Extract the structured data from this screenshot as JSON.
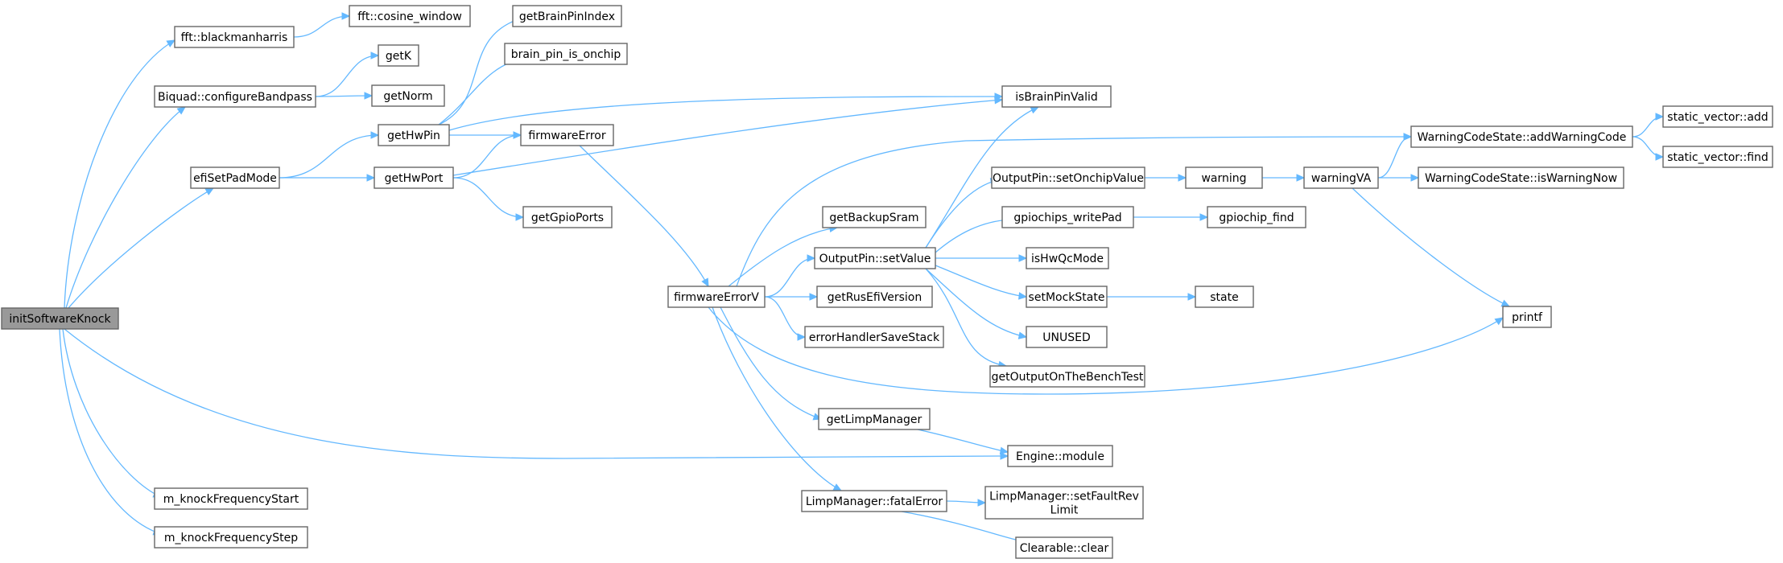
{
  "diagram": {
    "nodes": [
      {
        "id": "initSoftwareKnock",
        "lines": [
          "initSoftwareKnock"
        ],
        "root": true
      },
      {
        "id": "blackmanharris",
        "lines": [
          "fft::blackmanharris"
        ]
      },
      {
        "id": "cosine_window",
        "lines": [
          "fft::cosine_window"
        ]
      },
      {
        "id": "configureBandpass",
        "lines": [
          "Biquad::configureBandpass"
        ]
      },
      {
        "id": "getK",
        "lines": [
          "getK"
        ]
      },
      {
        "id": "getNorm",
        "lines": [
          "getNorm"
        ]
      },
      {
        "id": "efiSetPadMode",
        "lines": [
          "efiSetPadMode"
        ]
      },
      {
        "id": "getHwPin",
        "lines": [
          "getHwPin"
        ]
      },
      {
        "id": "getHwPort",
        "lines": [
          "getHwPort"
        ]
      },
      {
        "id": "getBrainPinIndex",
        "lines": [
          "getBrainPinIndex"
        ]
      },
      {
        "id": "brain_pin_is_onchip",
        "lines": [
          "brain_pin_is_onchip"
        ]
      },
      {
        "id": "firmwareError",
        "lines": [
          "firmwareError"
        ]
      },
      {
        "id": "getGpioPorts",
        "lines": [
          "getGpioPorts"
        ]
      },
      {
        "id": "isBrainPinValid",
        "lines": [
          "isBrainPinValid"
        ]
      },
      {
        "id": "firmwareErrorV",
        "lines": [
          "firmwareErrorV"
        ]
      },
      {
        "id": "getBackupSram",
        "lines": [
          "getBackupSram"
        ]
      },
      {
        "id": "OutputPin_setValue",
        "lines": [
          "OutputPin::setValue"
        ]
      },
      {
        "id": "getRusEfiVersion",
        "lines": [
          "getRusEfiVersion"
        ]
      },
      {
        "id": "errorHandlerSaveStack",
        "lines": [
          "errorHandlerSaveStack"
        ]
      },
      {
        "id": "getLimpManager",
        "lines": [
          "getLimpManager"
        ]
      },
      {
        "id": "fatalError",
        "lines": [
          "LimpManager::fatalError"
        ]
      },
      {
        "id": "setOnchipValue",
        "lines": [
          "OutputPin::setOnchipValue"
        ]
      },
      {
        "id": "gpiochips_writePad",
        "lines": [
          "gpiochips_writePad"
        ]
      },
      {
        "id": "isHwQcMode",
        "lines": [
          "isHwQcMode"
        ]
      },
      {
        "id": "setMockState",
        "lines": [
          "setMockState"
        ]
      },
      {
        "id": "UNUSED",
        "lines": [
          "UNUSED"
        ]
      },
      {
        "id": "getOutputOnTheBenchTest",
        "lines": [
          "getOutputOnTheBenchTest"
        ]
      },
      {
        "id": "setFaultRevLimit",
        "lines": [
          "LimpManager::setFaultRev",
          "Limit"
        ]
      },
      {
        "id": "clear",
        "lines": [
          "Clearable::clear"
        ]
      },
      {
        "id": "warning",
        "lines": [
          "warning"
        ]
      },
      {
        "id": "gpiochip_find",
        "lines": [
          "gpiochip_find"
        ]
      },
      {
        "id": "state",
        "lines": [
          "state"
        ]
      },
      {
        "id": "warningVA",
        "lines": [
          "warningVA"
        ]
      },
      {
        "id": "addWarningCode",
        "lines": [
          "WarningCodeState::addWarningCode"
        ]
      },
      {
        "id": "isWarningNow",
        "lines": [
          "WarningCodeState::isWarningNow"
        ]
      },
      {
        "id": "printf",
        "lines": [
          "printf"
        ]
      },
      {
        "id": "static_vector_add",
        "lines": [
          "static_vector::add"
        ]
      },
      {
        "id": "static_vector_find",
        "lines": [
          "static_vector::find"
        ]
      },
      {
        "id": "Engine_module",
        "lines": [
          "Engine::module"
        ]
      },
      {
        "id": "m_knockFrequencyStart",
        "lines": [
          "m_knockFrequencyStart"
        ]
      },
      {
        "id": "m_knockFrequencyStep",
        "lines": [
          "m_knockFrequencyStep"
        ]
      }
    ],
    "edges": [
      [
        "initSoftwareKnock",
        "blackmanharris"
      ],
      [
        "initSoftwareKnock",
        "configureBandpass"
      ],
      [
        "initSoftwareKnock",
        "efiSetPadMode"
      ],
      [
        "initSoftwareKnock",
        "Engine_module"
      ],
      [
        "initSoftwareKnock",
        "m_knockFrequencyStart"
      ],
      [
        "initSoftwareKnock",
        "m_knockFrequencyStep"
      ],
      [
        "blackmanharris",
        "cosine_window"
      ],
      [
        "configureBandpass",
        "getK"
      ],
      [
        "configureBandpass",
        "getNorm"
      ],
      [
        "efiSetPadMode",
        "getHwPin"
      ],
      [
        "efiSetPadMode",
        "getHwPort"
      ],
      [
        "getHwPin",
        "getBrainPinIndex"
      ],
      [
        "getHwPin",
        "brain_pin_is_onchip"
      ],
      [
        "getHwPin",
        "isBrainPinValid"
      ],
      [
        "getHwPin",
        "firmwareError"
      ],
      [
        "getHwPort",
        "firmwareError"
      ],
      [
        "getHwPort",
        "isBrainPinValid"
      ],
      [
        "getHwPort",
        "getGpioPorts"
      ],
      [
        "firmwareError",
        "firmwareErrorV"
      ],
      [
        "firmwareErrorV",
        "addWarningCode"
      ],
      [
        "firmwareErrorV",
        "getBackupSram"
      ],
      [
        "firmwareErrorV",
        "OutputPin_setValue"
      ],
      [
        "firmwareErrorV",
        "getRusEfiVersion"
      ],
      [
        "firmwareErrorV",
        "errorHandlerSaveStack"
      ],
      [
        "firmwareErrorV",
        "getLimpManager"
      ],
      [
        "firmwareErrorV",
        "fatalError"
      ],
      [
        "firmwareErrorV",
        "printf"
      ],
      [
        "OutputPin_setValue",
        "isBrainPinValid"
      ],
      [
        "OutputPin_setValue",
        "setOnchipValue"
      ],
      [
        "OutputPin_setValue",
        "gpiochips_writePad"
      ],
      [
        "OutputPin_setValue",
        "isHwQcMode"
      ],
      [
        "OutputPin_setValue",
        "setMockState"
      ],
      [
        "OutputPin_setValue",
        "UNUSED"
      ],
      [
        "OutputPin_setValue",
        "getOutputOnTheBenchTest"
      ],
      [
        "setOnchipValue",
        "warning"
      ],
      [
        "warning",
        "warningVA"
      ],
      [
        "gpiochips_writePad",
        "gpiochip_find"
      ],
      [
        "setMockState",
        "state"
      ],
      [
        "warningVA",
        "addWarningCode"
      ],
      [
        "warningVA",
        "isWarningNow"
      ],
      [
        "warningVA",
        "printf"
      ],
      [
        "addWarningCode",
        "static_vector_add"
      ],
      [
        "addWarningCode",
        "static_vector_find"
      ],
      [
        "getLimpManager",
        "Engine_module"
      ],
      [
        "fatalError",
        "setFaultRevLimit"
      ],
      [
        "fatalError",
        "clear"
      ]
    ]
  }
}
